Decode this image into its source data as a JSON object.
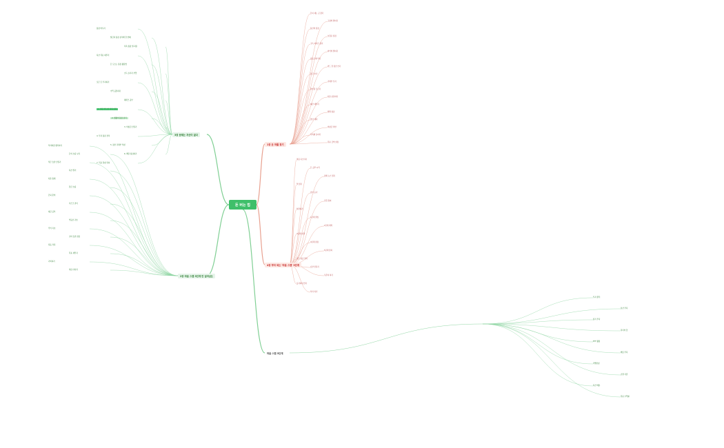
{
  "root": {
    "label": "돈 버는 법"
  },
  "branches": {
    "b1": "3장 문제는 자산이 없다",
    "b2": "1장 돈 마를 찾기",
    "b3": "4장 부자 되는 '마음 스텝' 5단계",
    "b4": "2장 마음 스텝 5단계 만 살아남는",
    "b5": "마음 스텝 5단계"
  },
  "nodes_left": [
    "통장 바꾸기",
    "월급과 통장 분리해 한 번에",
    "저축 통장 월 지출",
    "자산 목표 세우기",
    "돈 모으는 통장 활용법",
    "소득 늘리기 부업",
    "모은 돈 투자하기",
    "수익 공유하기",
    "재테크 공부",
    "1. 월급 받으면 저축 먼저",
    "2. 생활비 통장 분리",
    "3. 비상금 만들기",
    "4. 투자 통장 관리",
    "5. 정산 가계부 작성",
    "6. 매달 점검하기",
    "7. 목표 달성 축하",
    "부자처럼 생각하기",
    "돈의 흐름 보기",
    "작은 습관 만들기",
    "자산 쌓기",
    "지출 통제",
    "현금 흐름",
    "은퇴 준비",
    "리스크 관리",
    "세금 공부",
    "부동산 기초",
    "주식 기초",
    "소비 습관 점검",
    "자동 저축",
    "목표 세우기",
    "기록하기",
    "마음 다지기"
  ],
  "nodes_right": [
    "돈이 새는 곳 찾기",
    "고정비 줄이기",
    "통신비 점검",
    "보험료 점검",
    "구독 서비스 정리",
    "외식비 줄이기",
    "충동구매 막기",
    "카드 한 장만 쓰기",
    "현금 쓰기",
    "가계부 쓰기",
    "영수증 모으기",
    "지출 분류하기",
    "예산 세우기",
    "월별 점검",
    "연간 계획",
    "비상금 마련",
    "저축률 높이기",
    "목표 금액 설정",
    "마음 다스리기",
    "돈 공부 시작",
    "경제 뉴스 읽기",
    "책 읽기",
    "강의 듣기",
    "모임 참여",
    "실천하기",
    "1단계 결심",
    "2단계 계획",
    "3단계 실행",
    "4단계 점검",
    "5단계 유지",
    "작은 성공 쌓기",
    "습관 만들기",
    "꾸준히 하기",
    "포기하지 않기",
    "부자 되기"
  ],
  "nodes_far_right": [
    "투자 원칙",
    "분산 투자",
    "장기 투자",
    "복리의 힘",
    "ETF 활용",
    "배당 투자",
    "리밸런싱",
    "손절 기준",
    "자산 배분",
    "목표 수익률"
  ],
  "accent": "#3fbf6a",
  "branch_red": "#e8a08f",
  "branch_green": "#7fcf93"
}
